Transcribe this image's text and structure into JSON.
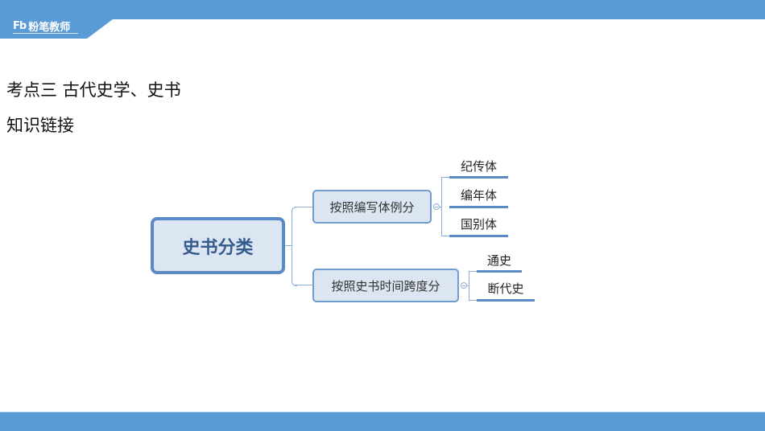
{
  "header": {
    "logo_mark": "Fb",
    "logo_text": "粉笔教师"
  },
  "content": {
    "title": "考点三  古代史学、史书",
    "subtitle": "知识链接"
  },
  "mindmap": {
    "central": "史书分类",
    "branches": [
      {
        "label": "按照编写体例分",
        "children": [
          "纪传体",
          "编年体",
          "国别体"
        ]
      },
      {
        "label": "按照史书时间跨度分",
        "children": [
          "通史",
          "断代史"
        ]
      }
    ]
  },
  "colors": {
    "brand_blue": "#5b9bd5",
    "node_fill": "#dce6f2",
    "node_border": "#5a8ac6",
    "central_text": "#355b8c"
  }
}
